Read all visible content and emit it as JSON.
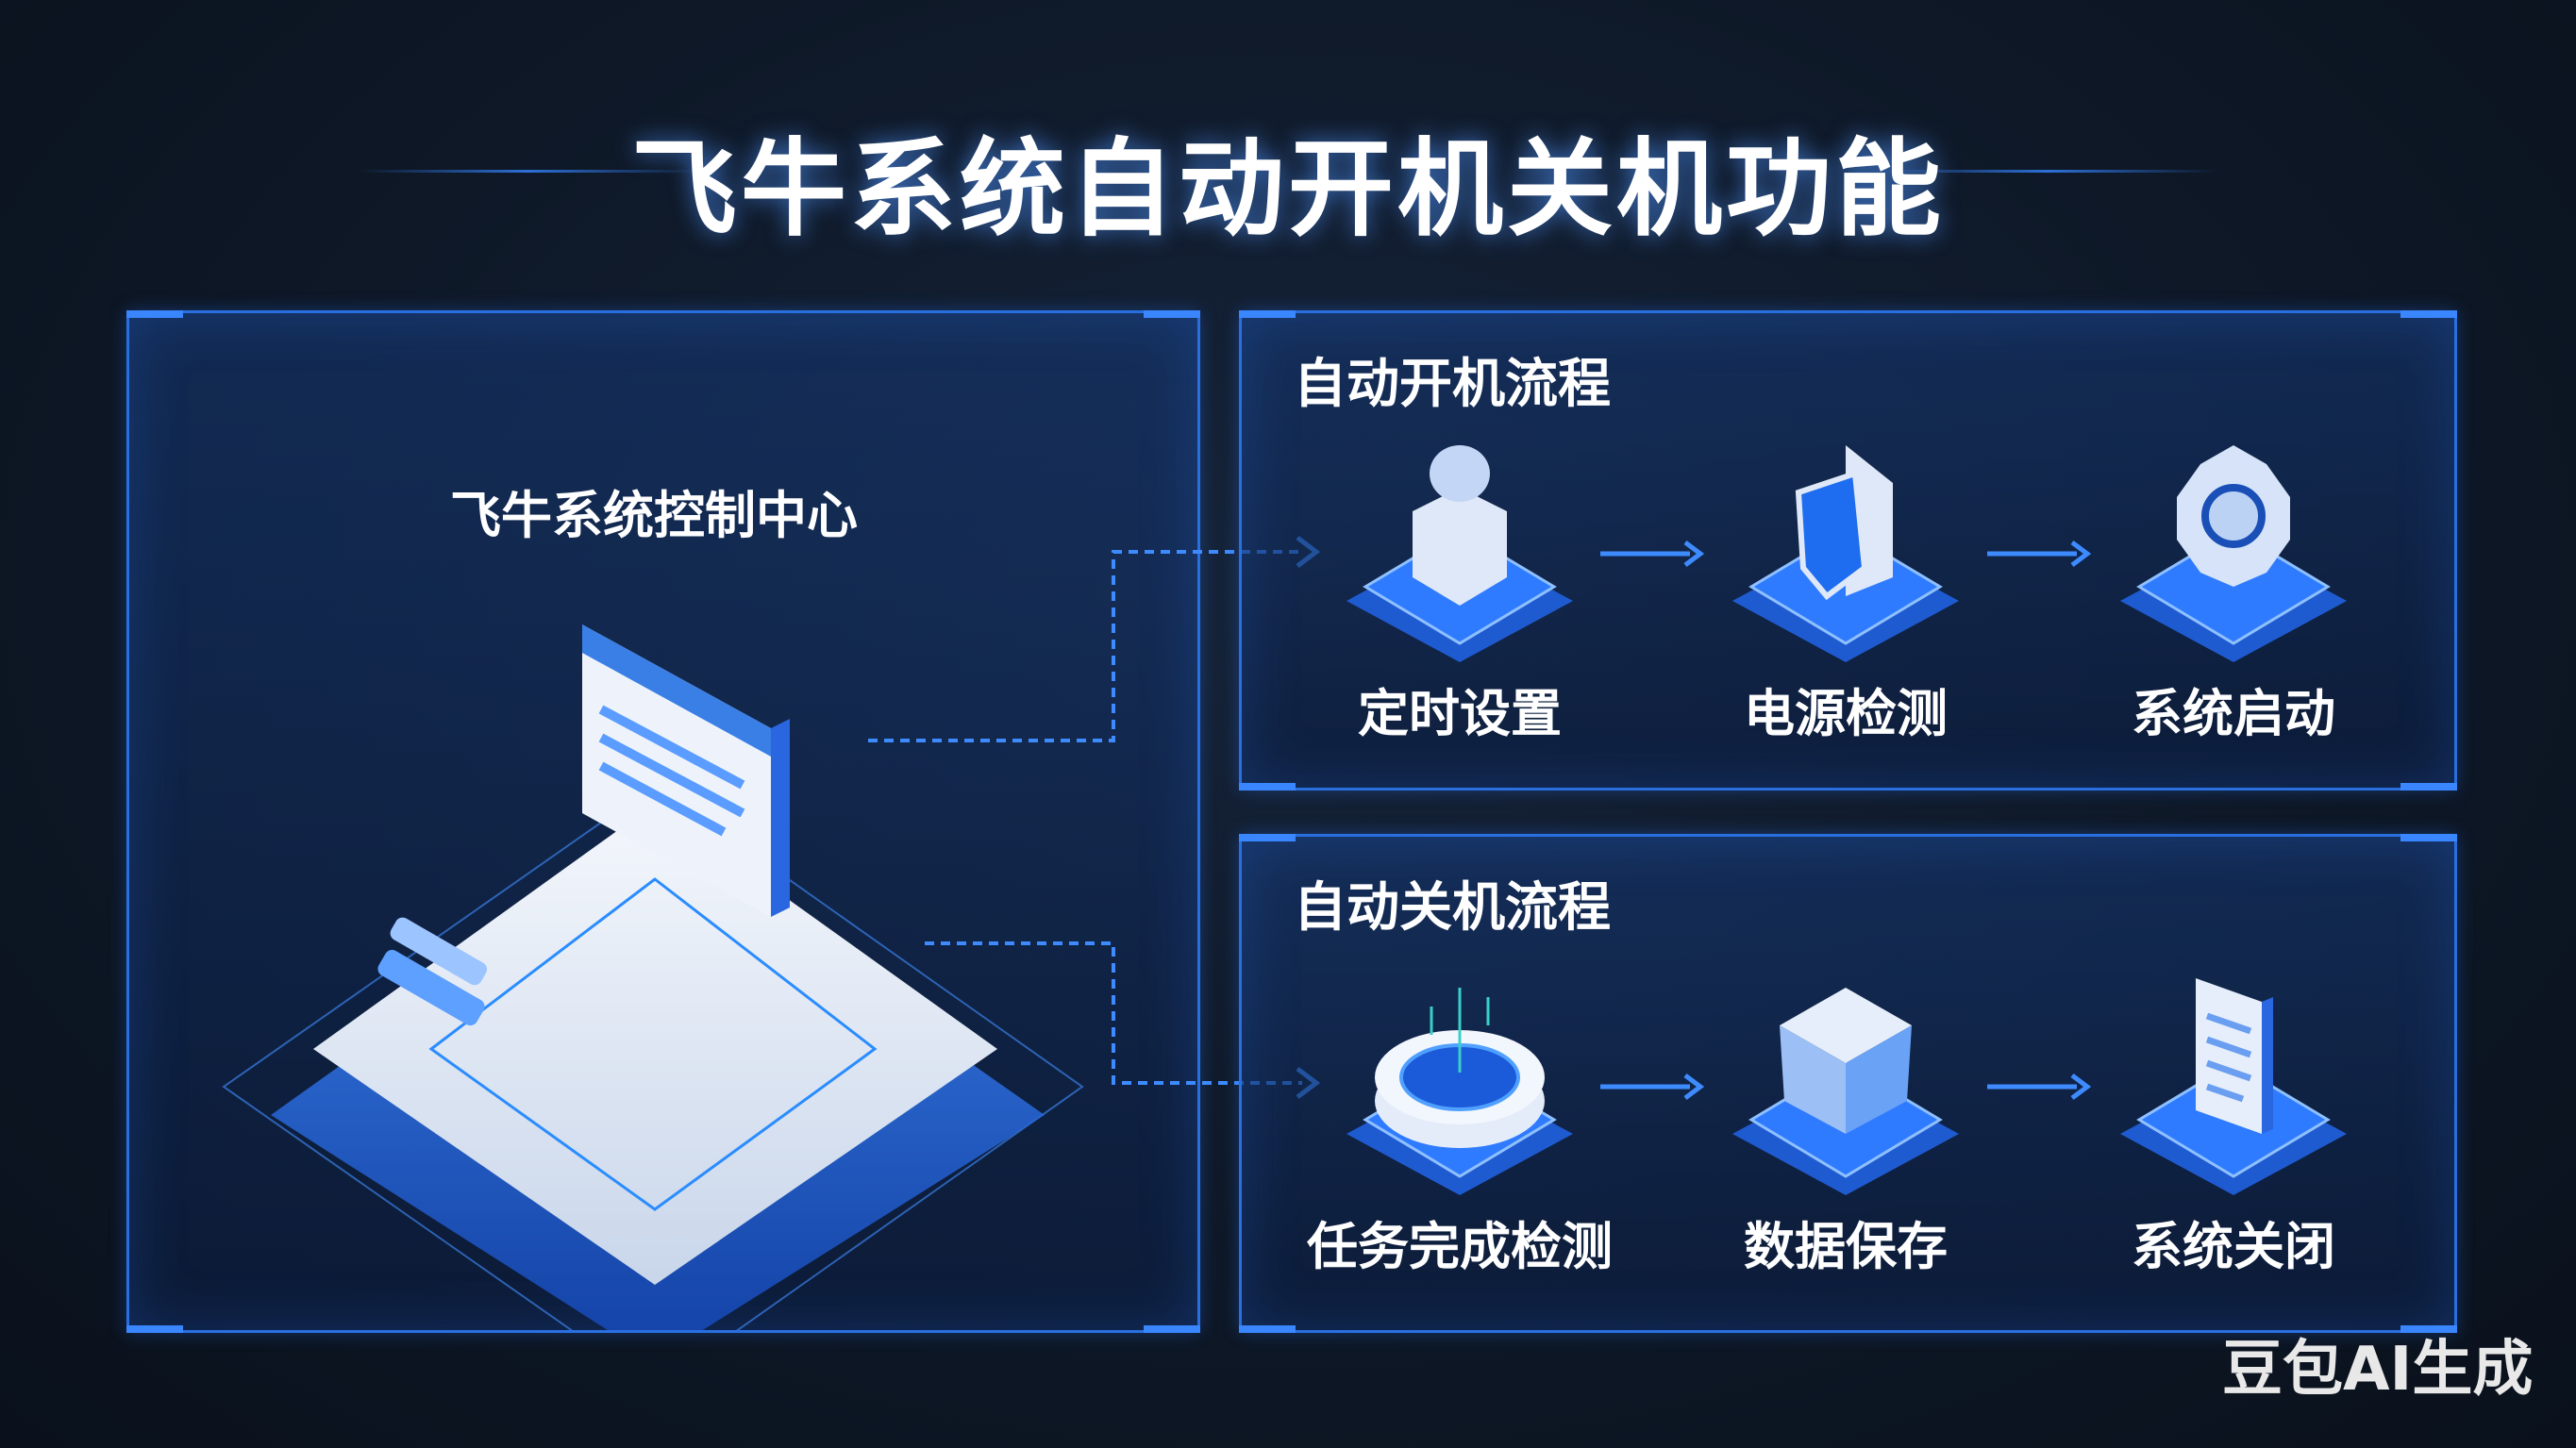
{
  "title": "飞牛系统自动开机关机功能",
  "control_center": {
    "label": "飞牛系统控制中心"
  },
  "startup": {
    "title": "自动开机流程",
    "steps": [
      {
        "label": "定时设置",
        "icon": "timer-cube-icon"
      },
      {
        "label": "电源检测",
        "icon": "shield-icon"
      },
      {
        "label": "系统启动",
        "icon": "gear-icon"
      }
    ]
  },
  "shutdown": {
    "title": "自动关机流程",
    "steps": [
      {
        "label": "任务完成检测",
        "icon": "detection-disc-icon"
      },
      {
        "label": "数据保存",
        "icon": "data-box-icon"
      },
      {
        "label": "系统关闭",
        "icon": "document-icon"
      }
    ]
  },
  "watermark": "豆包AI生成",
  "colors": {
    "accent": "#2a6fe0",
    "background": "#0e1827"
  }
}
